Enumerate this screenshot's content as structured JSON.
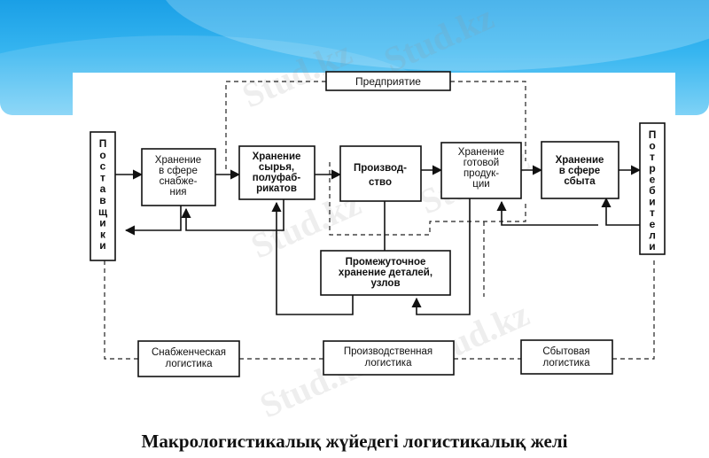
{
  "watermark": "Stud.kz",
  "diagram": {
    "enterprise": "Предприятие",
    "suppliers": "Поставщики",
    "consumers": "Потребители",
    "supply_storage": [
      "Хранение",
      "в сфере",
      "снабже-",
      "ния"
    ],
    "raw_storage": [
      "Хранение",
      "сырья,",
      "полуфаб-",
      "рикатов"
    ],
    "production": [
      "Производ-",
      "ство"
    ],
    "finished_storage": [
      "Хранение",
      "готовой",
      "продук-",
      "ции"
    ],
    "sales_storage": [
      "Хранение",
      "в сфере",
      "сбыта"
    ],
    "intermediate_storage": [
      "Промежуточное",
      "хранение деталей,",
      "узлов"
    ],
    "supply_logistics": [
      "Снабженческая",
      "логистика"
    ],
    "production_logistics": [
      "Производственная",
      "логистика"
    ],
    "sales_logistics": [
      "Сбытовая",
      "логистика"
    ]
  },
  "caption": "Макрологистикалық жүйедегі логистикалық желі"
}
